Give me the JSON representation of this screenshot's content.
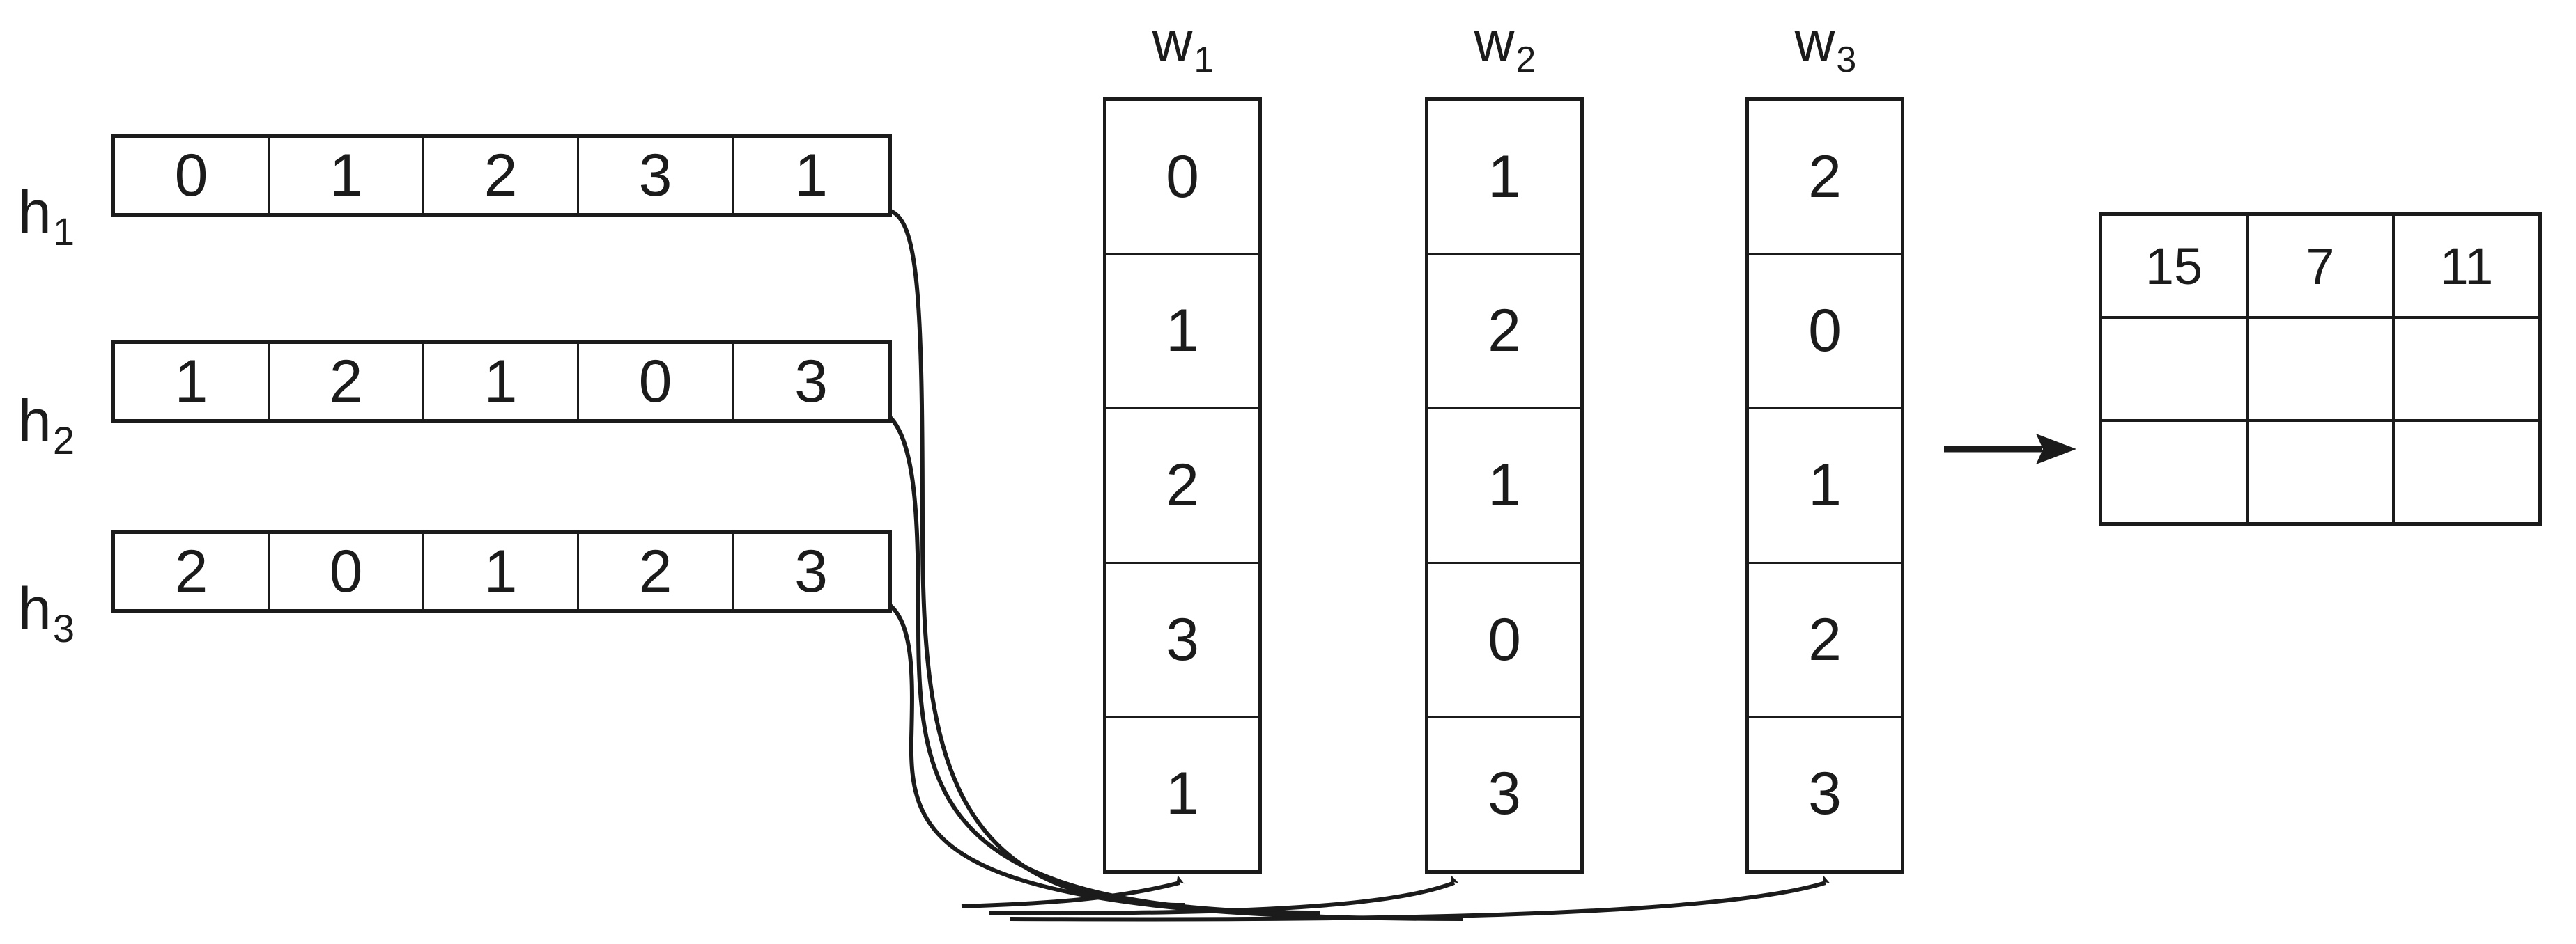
{
  "diagram": {
    "title": "Vector-matrix multiplication diagram",
    "ink_color": "#1b1b1b",
    "background": "#ffffff"
  },
  "inputs": {
    "rows": [
      {
        "label": "h",
        "subscript": "1",
        "values": [
          "0",
          "1",
          "2",
          "3",
          "1"
        ]
      },
      {
        "label": "h",
        "subscript": "2",
        "values": [
          "1",
          "2",
          "1",
          "0",
          "3"
        ]
      },
      {
        "label": "h",
        "subscript": "3",
        "values": [
          "2",
          "0",
          "1",
          "2",
          "3"
        ]
      }
    ]
  },
  "weights": {
    "columns": [
      {
        "label": "w",
        "subscript": "1",
        "values": [
          "0",
          "1",
          "2",
          "3",
          "1"
        ]
      },
      {
        "label": "w",
        "subscript": "2",
        "values": [
          "1",
          "2",
          "1",
          "0",
          "3"
        ]
      },
      {
        "label": "w",
        "subscript": "3",
        "values": [
          "2",
          "0",
          "1",
          "2",
          "3"
        ]
      }
    ]
  },
  "output": {
    "rows": [
      [
        "15",
        "7",
        "11"
      ],
      [
        "",
        "",
        ""
      ],
      [
        "",
        "",
        ""
      ]
    ]
  },
  "connectors": {
    "curve_count": 3,
    "result_arrow": "right-arrow"
  },
  "chart_data": {
    "type": "table",
    "title": "Vector-matrix multiplication diagram",
    "categories": [
      "w1",
      "w2",
      "w3"
    ],
    "series": [
      {
        "name": "h1",
        "values": [
          0,
          1,
          2,
          3,
          1
        ]
      },
      {
        "name": "h2",
        "values": [
          1,
          2,
          1,
          0,
          3
        ]
      },
      {
        "name": "h3",
        "values": [
          2,
          0,
          1,
          2,
          3
        ]
      }
    ],
    "weights": [
      {
        "name": "w1",
        "values": [
          0,
          1,
          2,
          3,
          1
        ]
      },
      {
        "name": "w2",
        "values": [
          1,
          2,
          1,
          0,
          3
        ]
      },
      {
        "name": "w3",
        "values": [
          2,
          0,
          1,
          2,
          3
        ]
      }
    ],
    "result": [
      [
        15,
        7,
        11
      ],
      [
        null,
        null,
        null
      ],
      [
        null,
        null,
        null
      ]
    ]
  }
}
